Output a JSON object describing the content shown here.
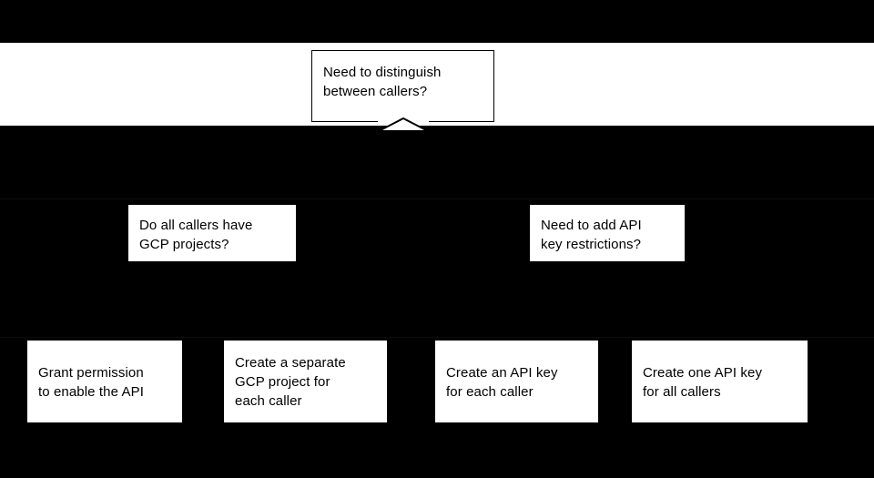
{
  "diagram": {
    "title": "API access decision flowchart",
    "background_color": "#000000",
    "node_fill_color": "#ffffff",
    "node_text_color": "#000000",
    "root": {
      "id": "need-to-distinguish-between-callers",
      "label": "Need to distinguish\nbetween callers?",
      "shape": "rectangle",
      "bordered": true
    },
    "decisions": [
      {
        "id": "do-all-callers-have-gcp-projects",
        "label": "Do all callers have\nGCP projects?",
        "shape": "rectangle",
        "bordered": false
      },
      {
        "id": "need-to-add-api-key-restrictions",
        "label": "Need to add API\nkey restrictions?",
        "shape": "rectangle",
        "bordered": false
      }
    ],
    "outcomes": [
      {
        "id": "grant-permission-to-enable-the-api",
        "label": "Grant permission\nto enable the API",
        "shape": "rectangle",
        "bordered": false
      },
      {
        "id": "create-a-separate-gcp-project-for-each-caller",
        "label": "Create a separate\nGCP project for\neach caller",
        "shape": "rectangle",
        "bordered": false
      },
      {
        "id": "create-an-api-key-for-each-caller",
        "label": "Create an API key\nfor each caller",
        "shape": "rectangle",
        "bordered": false
      },
      {
        "id": "create-one-api-key-for-all-callers",
        "label": "Create one API key\nfor all callers",
        "shape": "rectangle",
        "bordered": false
      }
    ],
    "connectors": [
      {
        "id": "root-outgoing-arrowhead",
        "type": "arrowhead",
        "direction": "down",
        "from": "need-to-distinguish-between-callers"
      }
    ]
  }
}
